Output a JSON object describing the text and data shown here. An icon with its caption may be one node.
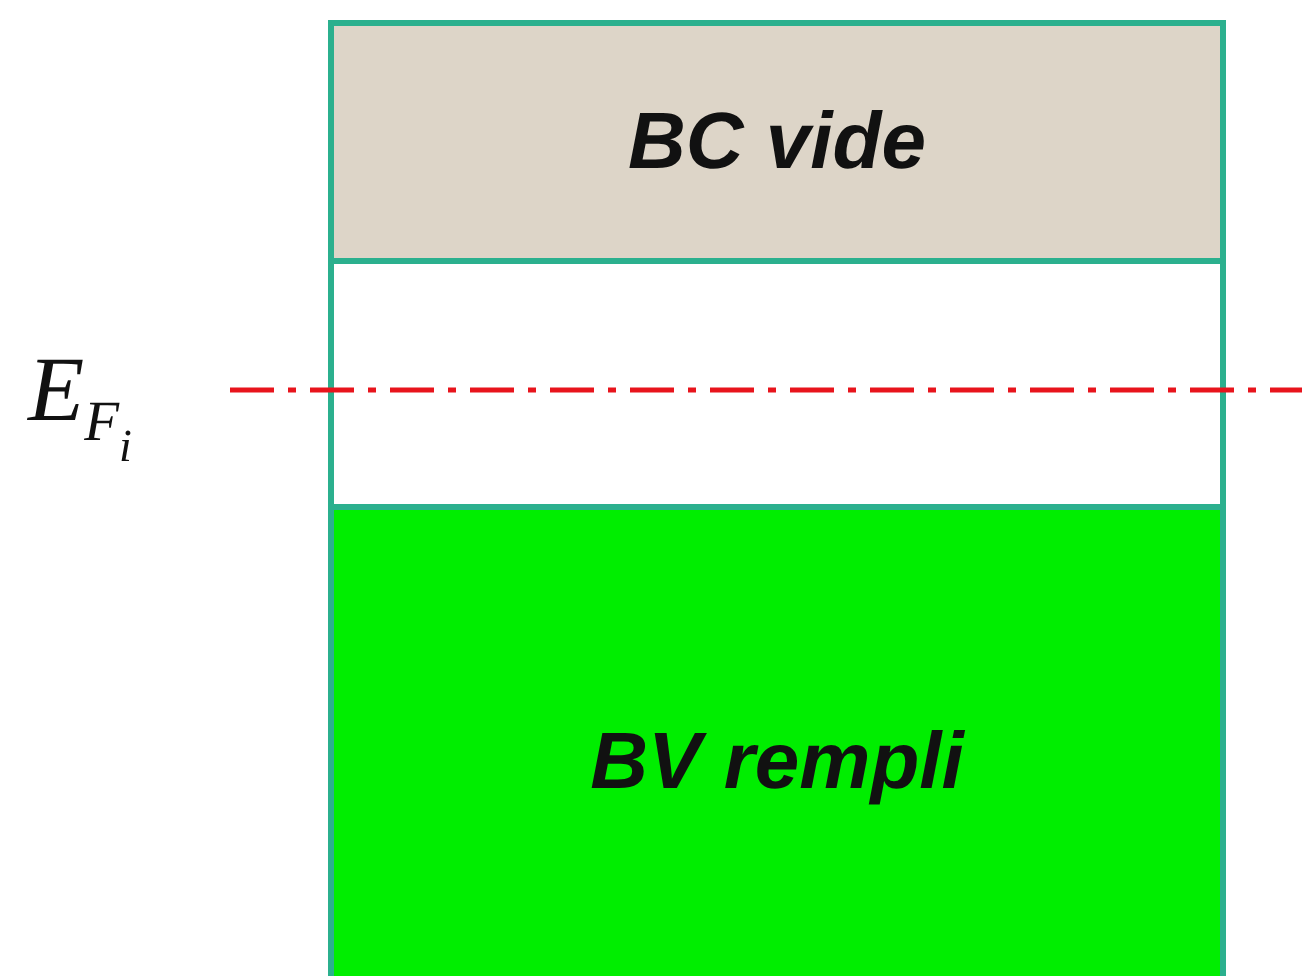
{
  "diagram": {
    "nodes": [
      {
        "text": [
          "BC vide"
        ]
      },
      {
        "text": [],
        "shape": "box"
      },
      {
        "text": [
          "BV rempli"
        ]
      }
    ],
    "labels": [
      "E$_{F}$$_{i}$"
    ]
  }
}
